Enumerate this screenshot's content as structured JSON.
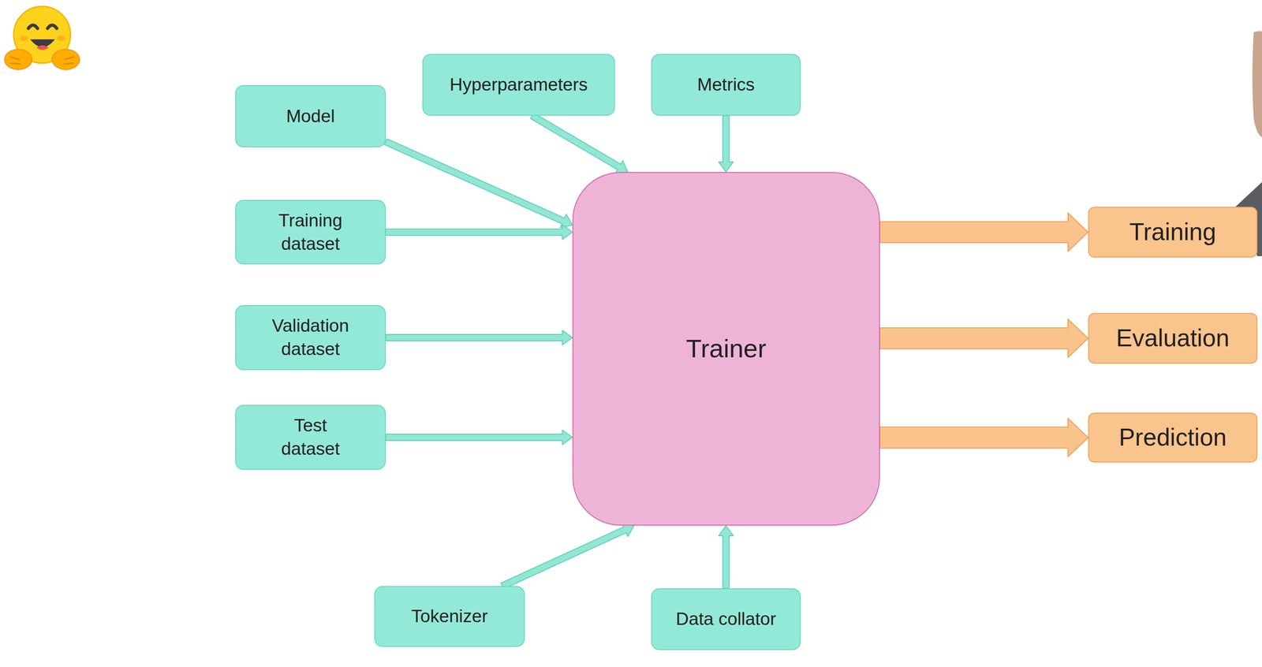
{
  "diagram": {
    "nodes": [
      {
        "text": [
          "Model"
        ]
      },
      {
        "text": [
          "Hyperparameters"
        ]
      },
      {
        "text": [
          "Metrics"
        ]
      },
      {
        "text": [
          "Training dataset"
        ]
      },
      {
        "text": [
          "Validation dataset"
        ]
      },
      {
        "text": [
          "Test dataset"
        ]
      },
      {
        "text": [
          "Trainer"
        ]
      },
      {
        "text": [
          "Training"
        ]
      },
      {
        "text": [
          "Evaluation"
        ]
      },
      {
        "text": [
          "Prediction"
        ]
      },
      {
        "text": [
          "Tokenizer"
        ]
      },
      {
        "text": [
          "Data collator"
        ]
      }
    ],
    "edges": [
      {
        "from": 0,
        "to": 6,
        "arrow": "to"
      },
      {
        "from": 1,
        "to": 6,
        "arrow": "to"
      },
      {
        "from": 2,
        "to": 6,
        "arrow": "to"
      },
      {
        "from": 3,
        "to": 6,
        "arrow": "to"
      },
      {
        "from": 4,
        "to": 6,
        "arrow": "to"
      },
      {
        "from": 5,
        "to": 6,
        "arrow": "to"
      },
      {
        "from": 10,
        "to": 6,
        "arrow": "to"
      },
      {
        "from": 11,
        "to": 6,
        "arrow": "to"
      },
      {
        "from": 6,
        "to": 7,
        "arrow": "to"
      },
      {
        "from": 6,
        "to": 8,
        "arrow": "to"
      },
      {
        "from": 6,
        "to": 9,
        "arrow": "to"
      }
    ]
  }
}
